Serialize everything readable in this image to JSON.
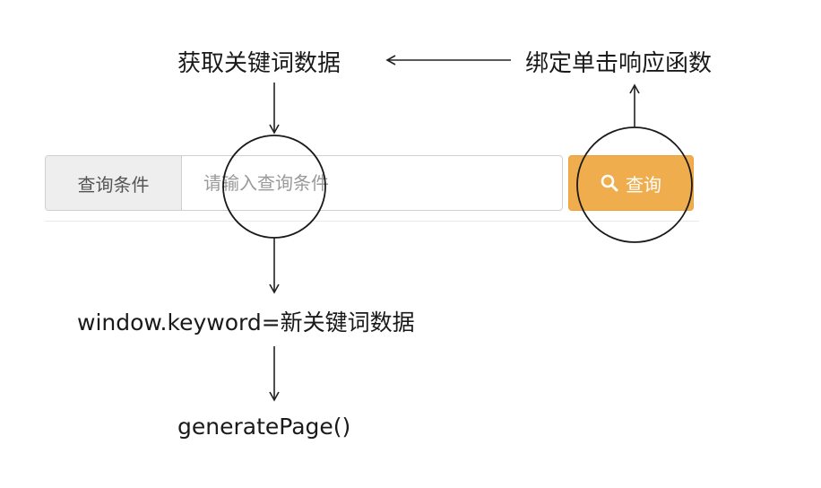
{
  "nodes": {
    "get_keyword": "获取关键词数据",
    "bind_handler": "绑定单击响应函数",
    "assign_keyword": "window.keyword=新关键词数据",
    "generate_page": "generatePage()"
  },
  "search": {
    "addon_label": "查询条件",
    "placeholder": "请输入查询条件",
    "button_label": "查询",
    "button_icon": "search-icon",
    "button_color": "#f0ad4e"
  }
}
